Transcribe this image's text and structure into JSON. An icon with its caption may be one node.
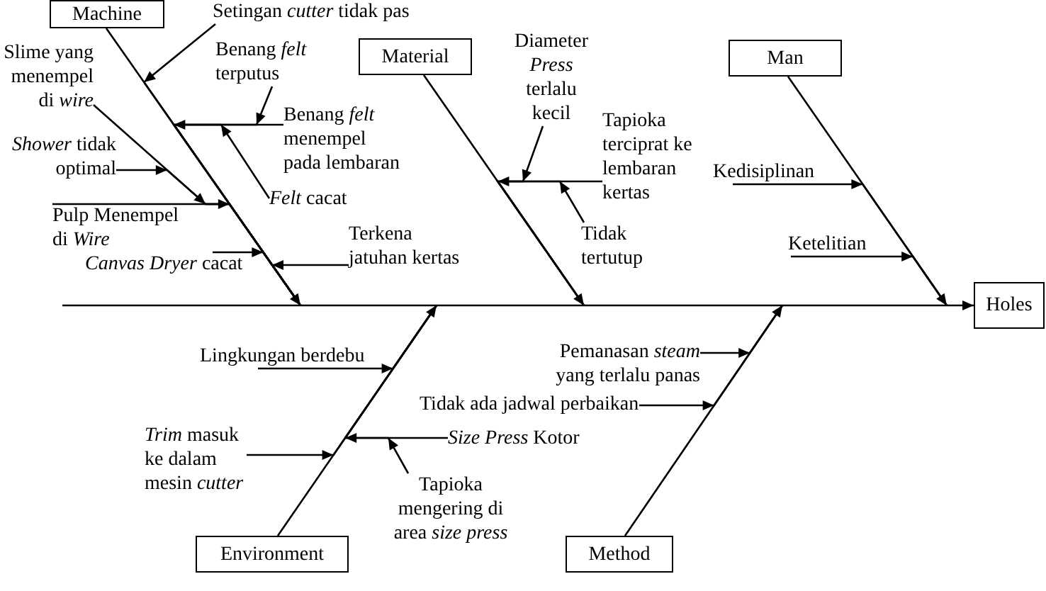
{
  "diagram": {
    "nodes": [
      {
        "text": [
          "Machine"
        ]
      },
      {
        "text": [
          "Setingan *cutter* tidak pas"
        ]
      },
      {
        "text": [
          "Slime yang menempel di *wire*"
        ]
      },
      {
        "text": [
          "Benang *felt* terputus"
        ]
      },
      {
        "text": [
          "Benang *felt* menempel pada lembaran"
        ]
      },
      {
        "text": [
          "*Shower* tidak optimal"
        ]
      },
      {
        "text": [
          "*Felt* cacat"
        ]
      },
      {
        "text": [
          "Pulp Menempel di *Wire*"
        ]
      },
      {
        "text": [
          "Terkena jatuhan kertas"
        ]
      },
      {
        "text": [
          "*Canvas Dryer* cacat"
        ]
      },
      {
        "text": [
          "Material"
        ]
      },
      {
        "text": [
          "Diameter *Press* terlalu kecil"
        ]
      },
      {
        "text": [
          "Tapioka terciprat ke lembaran kertas"
        ]
      },
      {
        "text": [
          "Tidak tertutup"
        ]
      },
      {
        "text": [
          "Man"
        ]
      },
      {
        "text": [
          "Kedisiplinan"
        ]
      },
      {
        "text": [
          "Ketelitian"
        ]
      },
      {
        "text": [
          "Holes"
        ]
      },
      {
        "text": [
          "Lingkungan berdebu"
        ]
      },
      {
        "text": [
          "Pemanasan *steam* yang terlalu panas"
        ]
      },
      {
        "text": [
          "Tidak ada jadwal perbaikan"
        ]
      },
      {
        "text": [
          "*Size Press* Kotor"
        ]
      },
      {
        "text": [
          "*Trim* masuk ke dalam mesin *cutter*"
        ]
      },
      {
        "text": [
          "Tapioka mengering di area *size press*"
        ]
      },
      {
        "text": [
          "Environment"
        ]
      },
      {
        "text": [
          "Method"
        ]
      }
    ],
    "edges": [
      {
        "from": 0,
        "to": 17,
        "arrow": "to"
      },
      {
        "from": 10,
        "to": 17,
        "arrow": "to"
      },
      {
        "from": 14,
        "to": 17,
        "arrow": "to"
      },
      {
        "from": 24,
        "to": 17,
        "arrow": "to"
      },
      {
        "from": 25,
        "to": 17,
        "arrow": "to"
      },
      {
        "from": 1,
        "to": 17,
        "arrow": "to"
      },
      {
        "from": 3,
        "to": 17,
        "arrow": "to"
      },
      {
        "from": 6,
        "to": 17,
        "arrow": "to"
      },
      {
        "from": 4,
        "to": 17,
        "arrow": "to"
      },
      {
        "from": 5,
        "to": 17,
        "arrow": "to"
      },
      {
        "from": 2,
        "to": 17,
        "arrow": "to"
      },
      {
        "from": 7,
        "to": 17,
        "arrow": "to"
      },
      {
        "from": 9,
        "to": 17,
        "arrow": "to"
      },
      {
        "from": 8,
        "to": 17,
        "arrow": "to"
      },
      {
        "from": 11,
        "to": 17,
        "arrow": "to"
      },
      {
        "from": 13,
        "to": 17,
        "arrow": "to"
      },
      {
        "from": 12,
        "to": 17,
        "arrow": "to"
      },
      {
        "from": 15,
        "to": 17,
        "arrow": "to"
      },
      {
        "from": 16,
        "to": 17,
        "arrow": "to"
      },
      {
        "from": 18,
        "to": 17,
        "arrow": "to"
      },
      {
        "from": 21,
        "to": 17,
        "arrow": "to"
      },
      {
        "from": 23,
        "to": 17,
        "arrow": "to"
      },
      {
        "from": 22,
        "to": 17,
        "arrow": "to"
      },
      {
        "from": 19,
        "to": 17,
        "arrow": "to"
      },
      {
        "from": 20,
        "to": 17,
        "arrow": "to"
      }
    ]
  }
}
